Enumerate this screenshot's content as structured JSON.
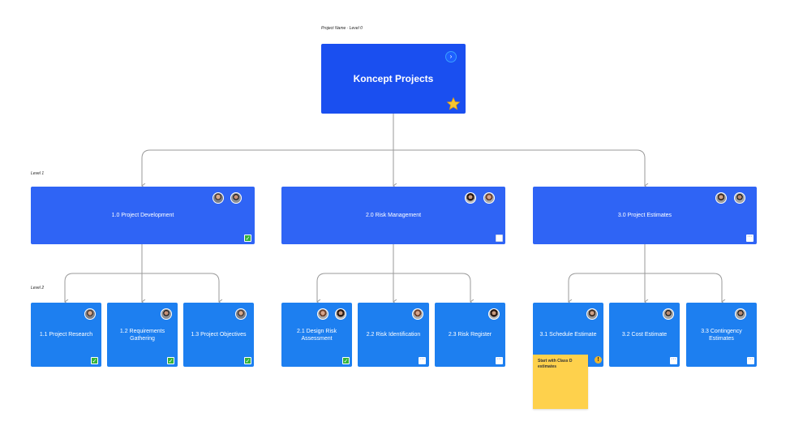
{
  "labels": {
    "project_name": "Project Name",
    "level0": "Level 0",
    "level1": "Level 1",
    "level2": "Level 2"
  },
  "root": {
    "title": "Koncept Projects"
  },
  "level1": [
    {
      "title": "1.0 Project Development",
      "status": "check"
    },
    {
      "title": "2.0 Risk Management",
      "status": "empty"
    },
    {
      "title": "3.0 Project Estimates",
      "status": "dots"
    }
  ],
  "level2": [
    {
      "title": "1.1 Project Research",
      "status": "check"
    },
    {
      "title": "1.2 Requirements Gathering",
      "status": "check"
    },
    {
      "title": "1.3 Project Objectives",
      "status": "check"
    },
    {
      "title": "2.1 Design Risk Assessment",
      "status": "check"
    },
    {
      "title": "2.2 Risk Identification",
      "status": "dots"
    },
    {
      "title": "2.3 Risk Register",
      "status": "dots"
    },
    {
      "title": "3.1 Schedule Estimate",
      "status": "warning"
    },
    {
      "title": "3.2 Cost Estimate",
      "status": "dots"
    },
    {
      "title": "3.3 Contingency Estimates",
      "status": "dots"
    }
  ],
  "sticky_note": {
    "text": "Start with Class D estimates"
  },
  "colors": {
    "root": "#1a4ff0",
    "level1": "#2f64f5",
    "level2": "#1d7ff0",
    "sticky": "#fed14c",
    "connector": "#9a9a9a"
  }
}
